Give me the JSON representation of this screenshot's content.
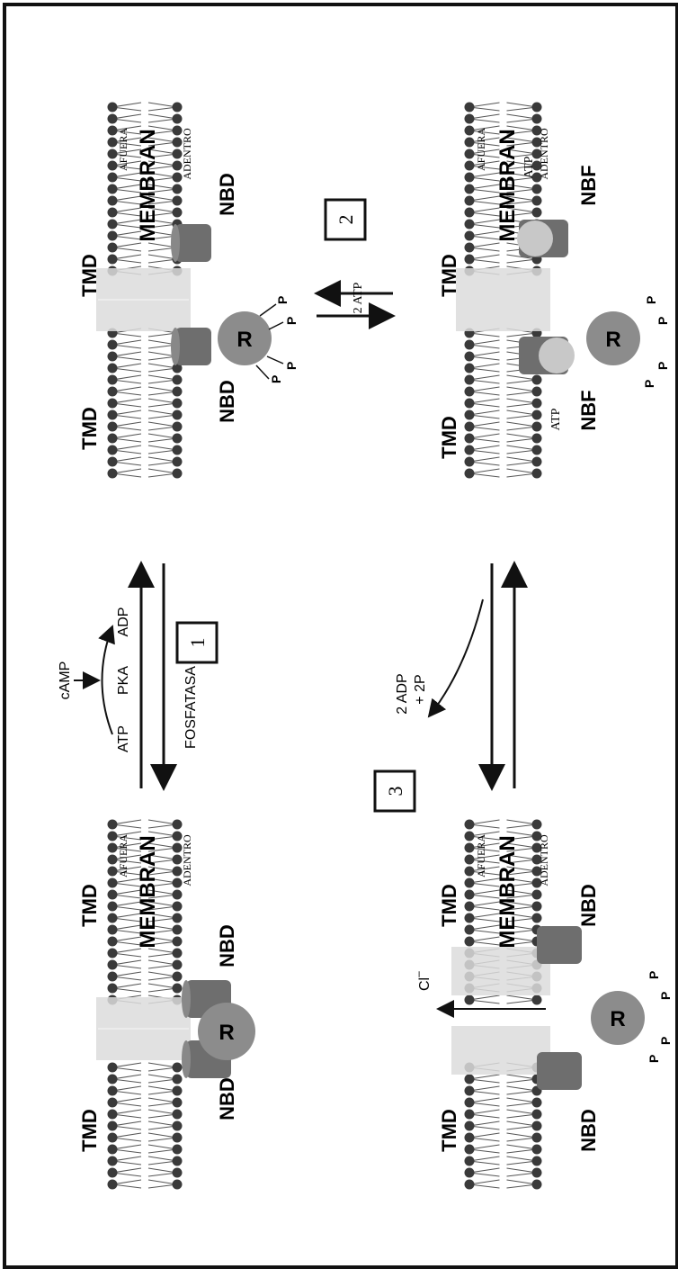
{
  "labels": {
    "tmd": "TMD",
    "nbd": "NBD",
    "nbf": "NBF",
    "membran": "MEMBRAN",
    "afuera": "AFUERA",
    "adentro": "ADENTRO",
    "r": "R",
    "p": "P",
    "atp": "ATP",
    "adp": "ADP",
    "camp": "cAMP",
    "pka": "PKA",
    "fosfatasa": "FOSFATASA",
    "two_atp": "2 ATP",
    "two_adp": "2 ADP",
    "plus_2p": "+ 2P",
    "cl": "Cl",
    "cl_sup": "–"
  },
  "steps": {
    "one": "1",
    "two": "2",
    "three": "3"
  },
  "colors": {
    "frame": "#111111",
    "lipid_head": "#3a3a3a",
    "channel": "#d9d9d9",
    "nbd": "#6e6e6e",
    "r_domain": "#8c8c8c",
    "atp_ball": "#c8c8c8"
  }
}
